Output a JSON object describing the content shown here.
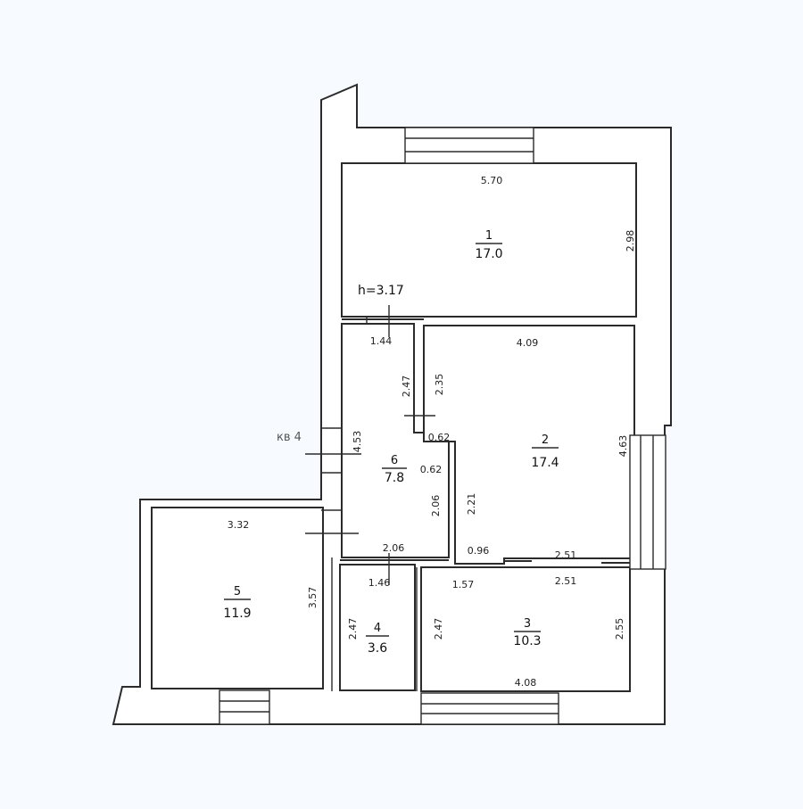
{
  "labels": {
    "height": "h=3.17",
    "apartment": "кв 4"
  },
  "rooms": [
    {
      "number": "1",
      "area": "17.0"
    },
    {
      "number": "2",
      "area": "17.4"
    },
    {
      "number": "3",
      "area": "10.3"
    },
    {
      "number": "4",
      "area": "3.6"
    },
    {
      "number": "5",
      "area": "11.9"
    },
    {
      "number": "6",
      "area": "7.8"
    }
  ],
  "dimensions": {
    "r1_width": "5.70",
    "r1_height": "2.98",
    "r2_width": "4.09",
    "r2_height": "4.63",
    "r2_lower": "2.21",
    "r2_notch": "0.62",
    "r2_upper": "2.35",
    "r3_top_left": "1.57",
    "r3_top_right": "2.51",
    "r3_width": "4.08",
    "r3_left": "2.47",
    "r3_right": "2.55",
    "r4_width": "1.46",
    "r4_height": "2.47",
    "r5_width": "3.32",
    "r5_height": "3.57",
    "r6_width_top": "1.44",
    "r6_width_bottom": "2.06",
    "r6_height": "4.53",
    "r6_notch": "0.62",
    "r6_upper": "2.47",
    "r6_lower": "2.06",
    "corridor": "0.96",
    "corridor_b": "2.51"
  }
}
